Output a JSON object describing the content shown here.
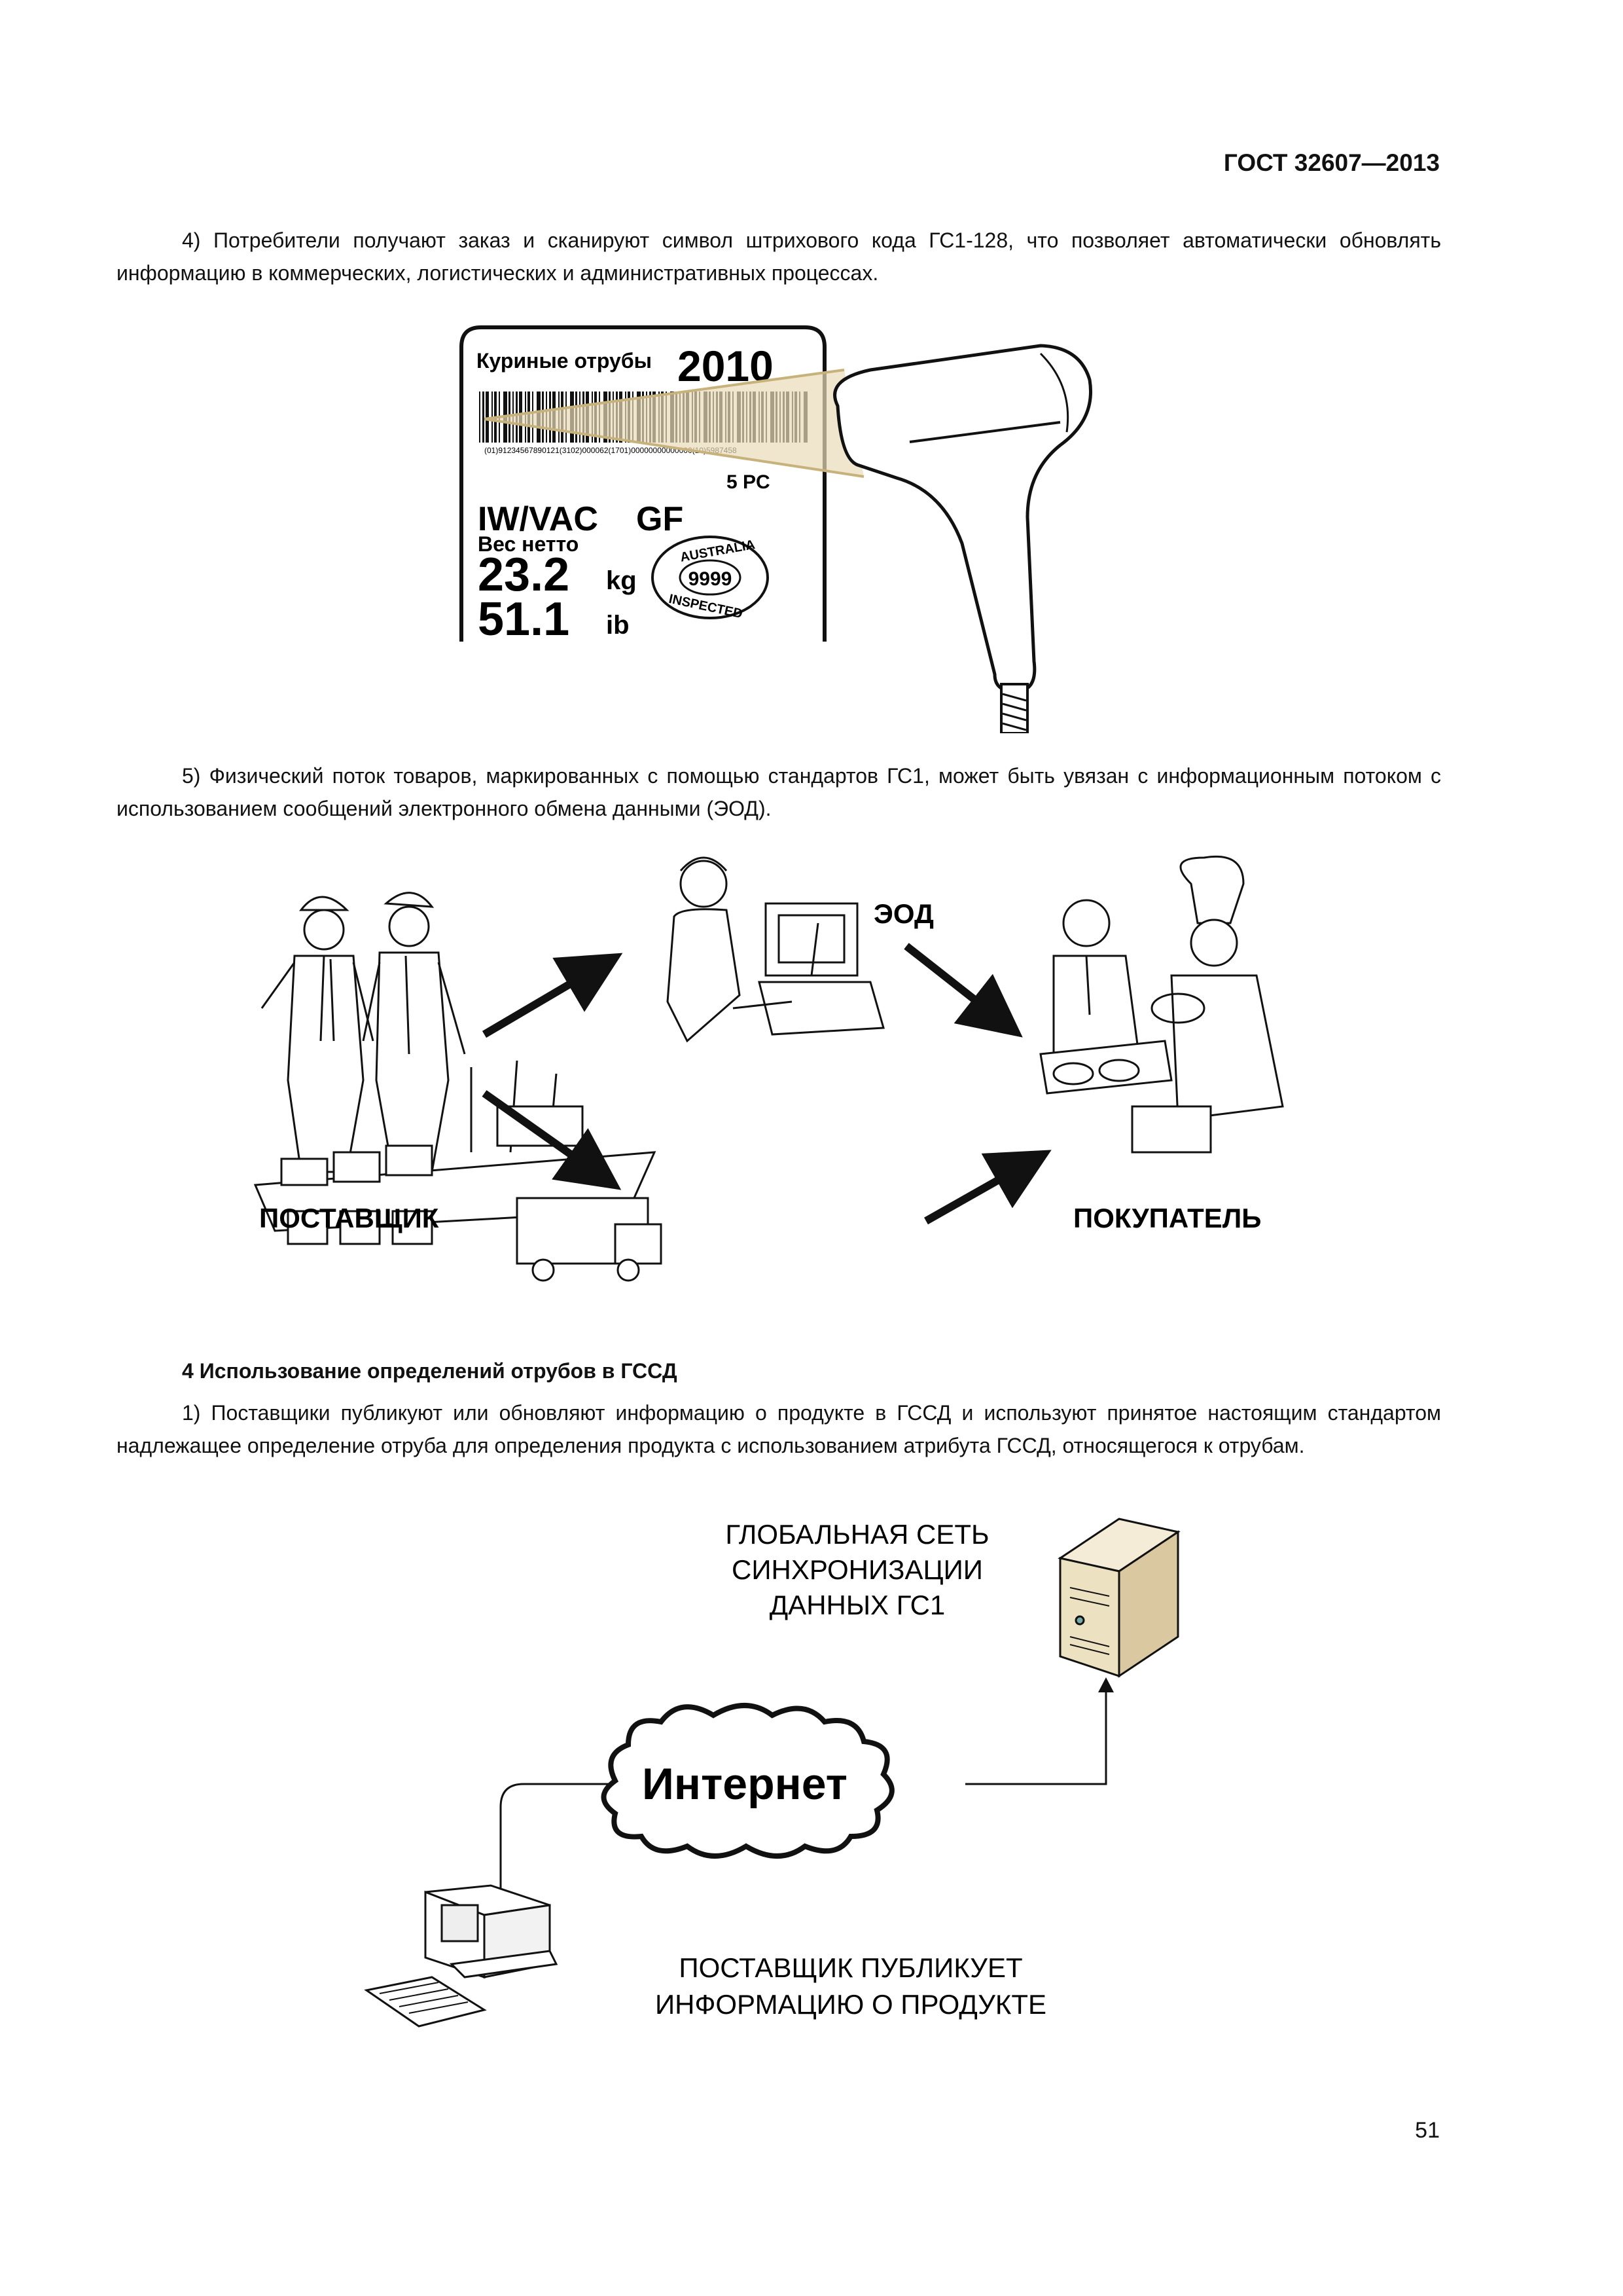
{
  "header": {
    "doc_code": "ГОСТ 32607—2013"
  },
  "paragraphs": {
    "p4": "4) Потребители получают заказ и сканируют символ штрихового кода ГС1-128, что позволяет автоматически обновлять информацию в коммерческих, логистических и административных процессах.",
    "p5": "5) Физический поток товаров, маркированных с помощью стандартов ГС1, может быть увязан с информационным потоком с использованием сообщений электронного обмена данными (ЭОД).",
    "s4_title": "4 Использование определений отрубов в ГССД",
    "s4_p1": "1) Поставщики публикуют или обновляют информацию о продукте в ГССД и используют принятое настоящим стандартом надлежащее определение отруба для определения продукта с использованием атрибута ГССД, относящегося к отрубам."
  },
  "label_figure": {
    "product_name": "Куриные отрубы",
    "year": "2010",
    "barcode_digits": "(01)91234567890121(3102)000062(1701)00000000000000(10)5987458",
    "pieces": "5 PC",
    "pack_type": "IW/VAC",
    "grade": "GF",
    "net_weight_label": "Вес нетто",
    "weight_kg": "23.2",
    "unit_kg": "kg",
    "weight_lb": "51.1",
    "unit_lb": "ib",
    "stamp_top": "AUSTRALIA",
    "stamp_number": "9999",
    "stamp_bottom": "INSPECTED"
  },
  "flow_figure": {
    "edi_label": "ЭОД",
    "supplier_label": "ПОСТАВЩИК",
    "buyer_label": "ПОКУПАТЕЛЬ"
  },
  "network_figure": {
    "gdsn_line1": "ГЛОБАЛЬНАЯ СЕТЬ",
    "gdsn_line2": "СИНХРОНИЗАЦИИ",
    "gdsn_line3": "ДАННЫХ ГС1",
    "internet_label": "Интернет",
    "supplier_line1": "ПОСТАВЩИК ПУБЛИКУЕТ",
    "supplier_line2": "ИНФОРМАЦИЮ О ПРОДУКТЕ"
  },
  "footer": {
    "page_number": "51"
  }
}
